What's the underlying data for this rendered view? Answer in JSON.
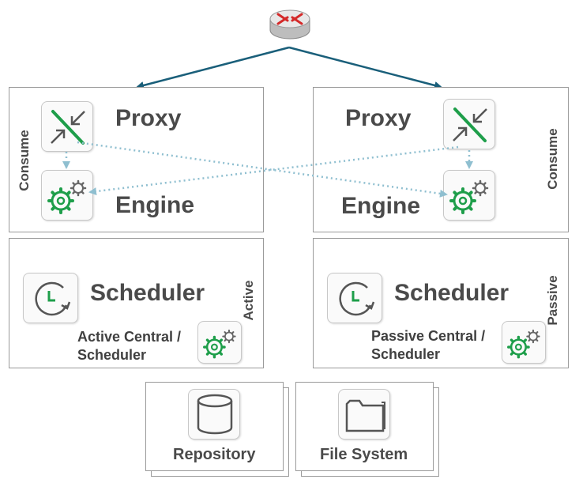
{
  "nodes": {
    "left_top": {
      "title": "Proxy",
      "subtitle": "Engine",
      "side_label": "Consume"
    },
    "right_top": {
      "title": "Proxy",
      "subtitle": "Engine",
      "side_label": "Consume"
    },
    "left_bottom": {
      "title": "Scheduler",
      "caption_line1": "Active Central /",
      "caption_line2": "Scheduler",
      "side_label": "Active"
    },
    "right_bottom": {
      "title": "Scheduler",
      "caption_line1": "Passive Central /",
      "caption_line2": "Scheduler",
      "side_label": "Passive"
    }
  },
  "storage": [
    {
      "label": "Repository",
      "icon": "database-icon"
    },
    {
      "label": "File System",
      "icon": "folder-icon"
    }
  ],
  "icons": {
    "router": "router-icon",
    "proxy": "proxy-icon",
    "engine": "gear-icon",
    "scheduler": "clock-icon"
  },
  "colors": {
    "connector": "#1a5f7a",
    "dotted_link": "#8fbfd0",
    "accent_green": "#1e9e4a",
    "router_red": "#d42a2a",
    "text": "#4a4a4a"
  }
}
